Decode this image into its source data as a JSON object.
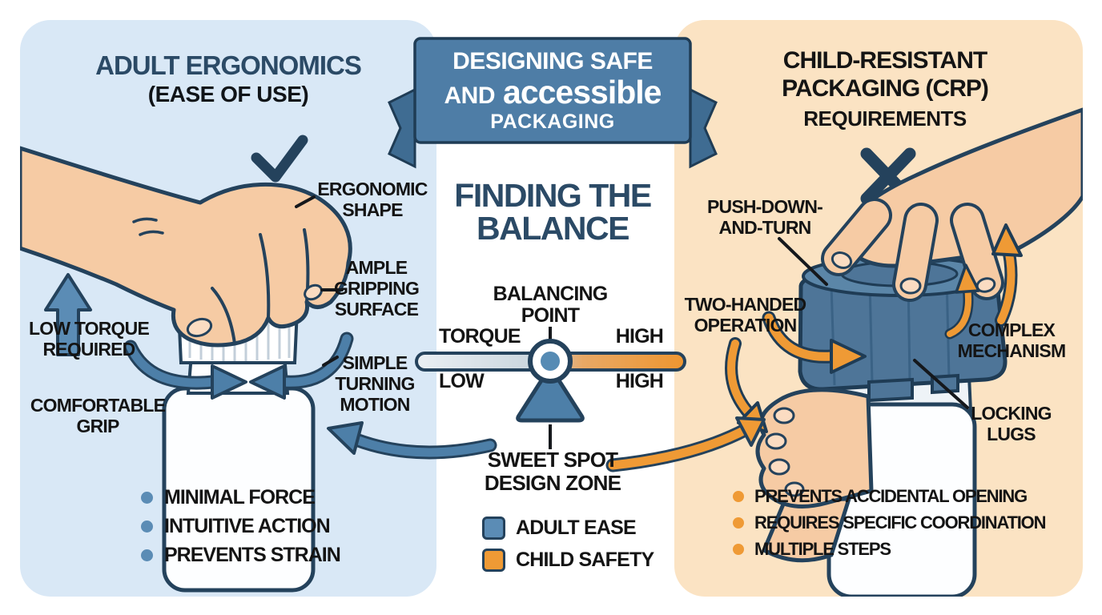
{
  "banner": {
    "line1": "DESIGNING SAFE",
    "line2_prefix": "AND",
    "line2_emphasis": "accessible",
    "line3": "PACKAGING"
  },
  "left_panel": {
    "title": "ADULT ERGONOMICS",
    "subtitle": "(EASE OF USE)",
    "callouts": {
      "ergonomic_shape": "ERGONOMIC\nSHAPE",
      "ample_gripping": "AMPLE\nGRIPPING\nSURFACE",
      "low_torque": "LOW TORQUE\nREQUIRED",
      "comfortable_grip": "COMFORTABLE\nGRIP",
      "simple_turning": "SIMPLE\nTURNING\nMOTION"
    },
    "bullets": [
      "MINIMAL FORCE",
      "INTUITIVE ACTION",
      "PREVENTS STRAIN"
    ]
  },
  "center": {
    "heading": "FINDING THE\nBALANCE",
    "balancing_point": "BALANCING\nPOINT",
    "seesaw": {
      "top_left": "TORQUE",
      "top_right": "HIGH",
      "bottom_left": "LOW",
      "bottom_right": "HIGH"
    },
    "sweet_spot": "SWEET SPOT\nDESIGN ZONE",
    "legend": [
      {
        "label": "ADULT EASE",
        "color": "#5b8cb5"
      },
      {
        "label": "CHILD SAFETY",
        "color": "#ef9a35"
      }
    ]
  },
  "right_panel": {
    "title": "CHILD-RESISTANT\nPACKAGING (CRP)",
    "subtitle": "REQUIREMENTS",
    "callouts": {
      "push_down": "PUSH-DOWN-\nAND-TURN",
      "two_handed": "TWO-HANDED\nOPERATION",
      "complex_mechanism": "COMPLEX\nMECHANISM",
      "locking_lugs": "LOCKING\nLUGS"
    },
    "bullets": [
      "PREVENTS ACCIDENTAL OPENING",
      "REQUIRES SPECIFIC COORDINATION",
      "MULTIPLE STEPS"
    ]
  },
  "colors": {
    "adult_accent": "#4d7fa8",
    "child_accent": "#ef9a35",
    "left_panel_bg": "#d9e8f6",
    "right_panel_bg": "#fbe3c3",
    "banner_bg": "#4e7da6",
    "navy_outline": "#24425c"
  }
}
